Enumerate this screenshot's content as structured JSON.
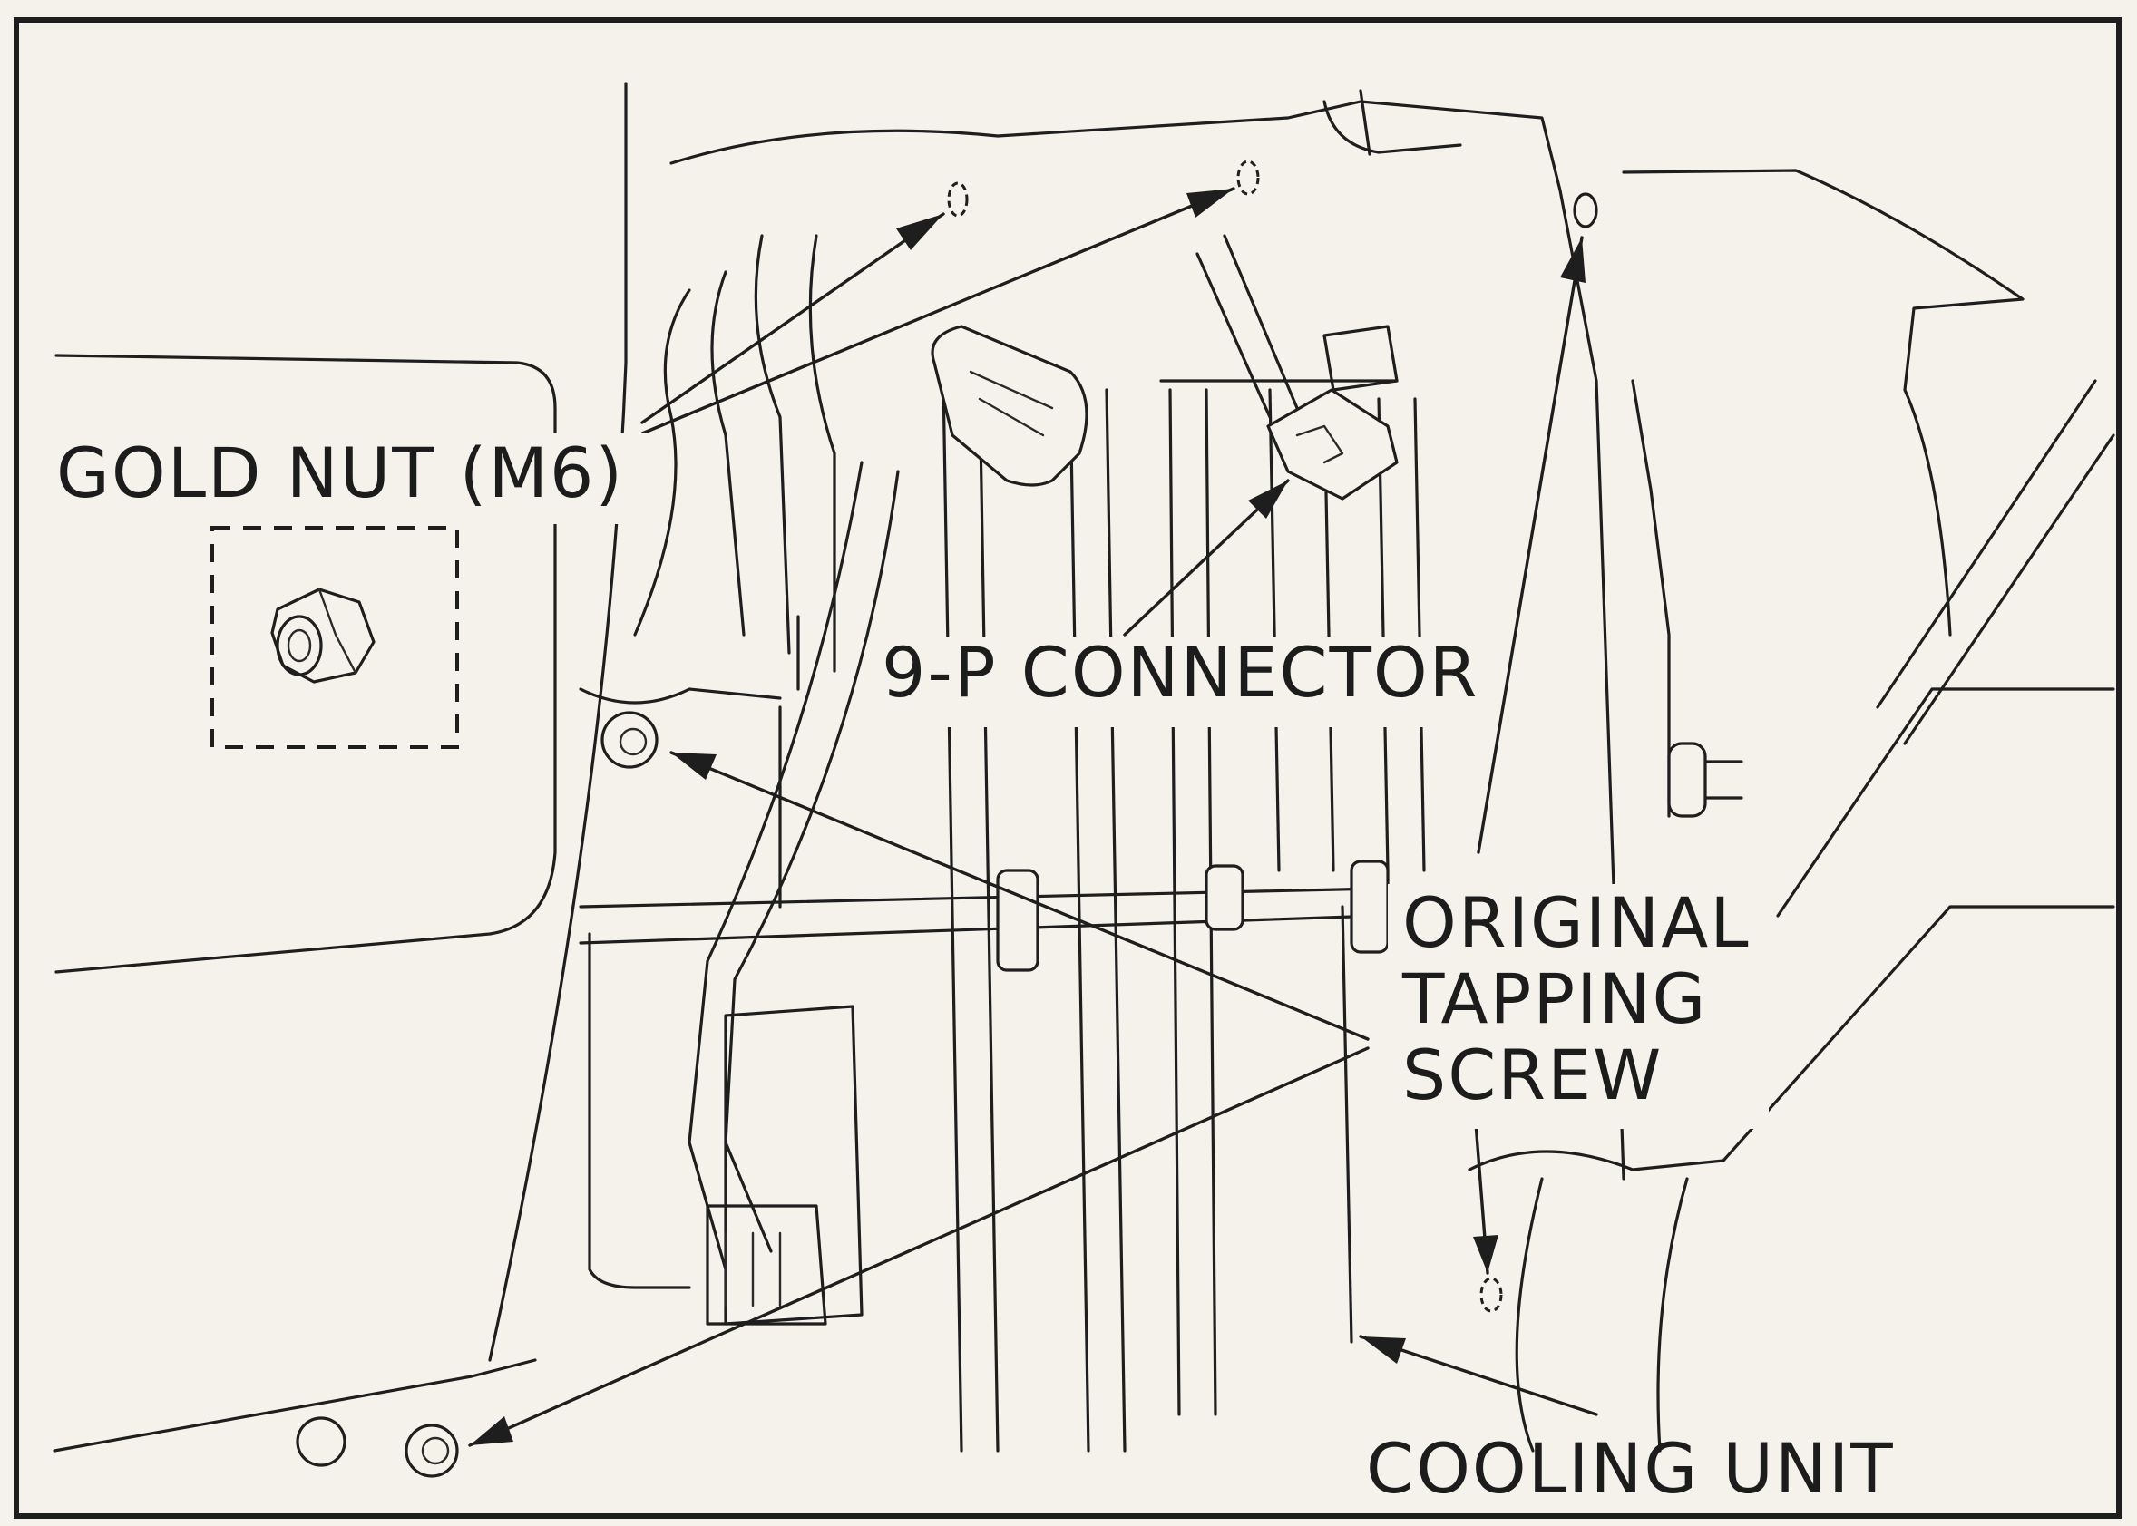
{
  "labels": {
    "gold_nut": "GOLD NUT (M6)",
    "connector": "9-P CONNECTOR",
    "screw_line1": "ORIGINAL",
    "screw_line2": "TAPPING",
    "screw_line3": "SCREW",
    "cooling_unit": "COOLING UNIT"
  },
  "colors": {
    "paper": "#f4f2ea",
    "ink": "#1e1e1e"
  }
}
